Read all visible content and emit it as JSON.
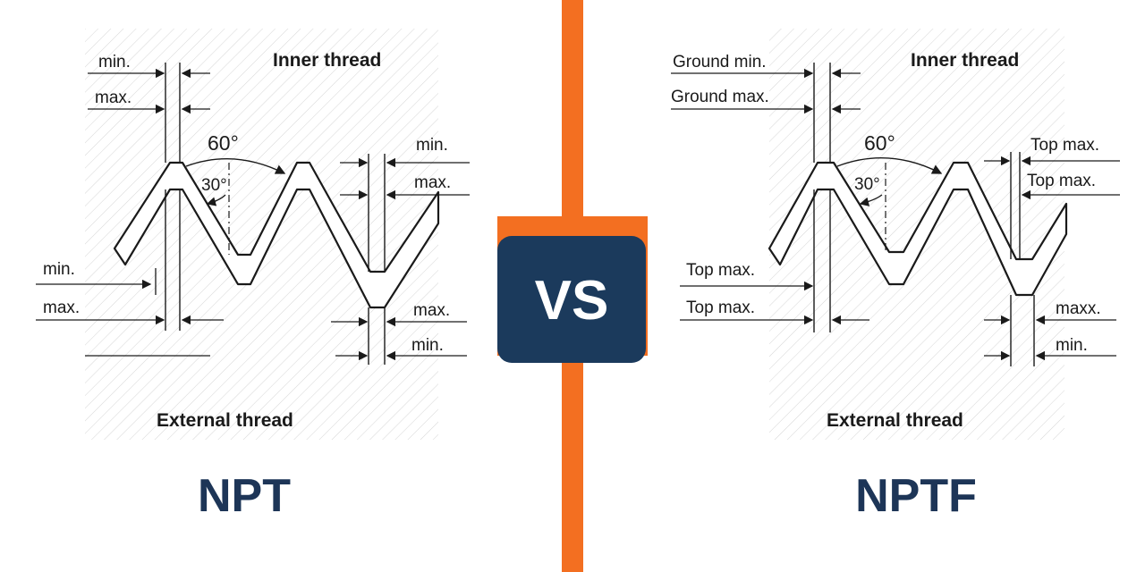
{
  "colors": {
    "accent": "#f36f21",
    "badge": "#1b3a5c",
    "title": "#1d3557"
  },
  "npt": {
    "title": "NPT",
    "inner_label": "Inner thread",
    "external_label": "External thread",
    "angle_60": "60°",
    "angle_30": "30°",
    "labels": {
      "tl_min": "min.",
      "tl_max": "max.",
      "tr_min": "min.",
      "tr_max": "max.",
      "bl_min": "min.",
      "bl_max": "max.",
      "br_max": "max.",
      "br_min": "min."
    }
  },
  "vs_label": "VS",
  "nptf": {
    "title": "NPTF",
    "inner_label": "Inner thread",
    "external_label": "External thread",
    "angle_60": "60°",
    "angle_30": "30°",
    "labels": {
      "tl_a": "Ground min.",
      "tl_b": "Ground max.",
      "tr_a": "Top max.",
      "tr_b": "Top max.",
      "bl_a": "Top max.",
      "bl_b": "Top max.",
      "br_a": "maxx.",
      "br_b": "min."
    }
  }
}
